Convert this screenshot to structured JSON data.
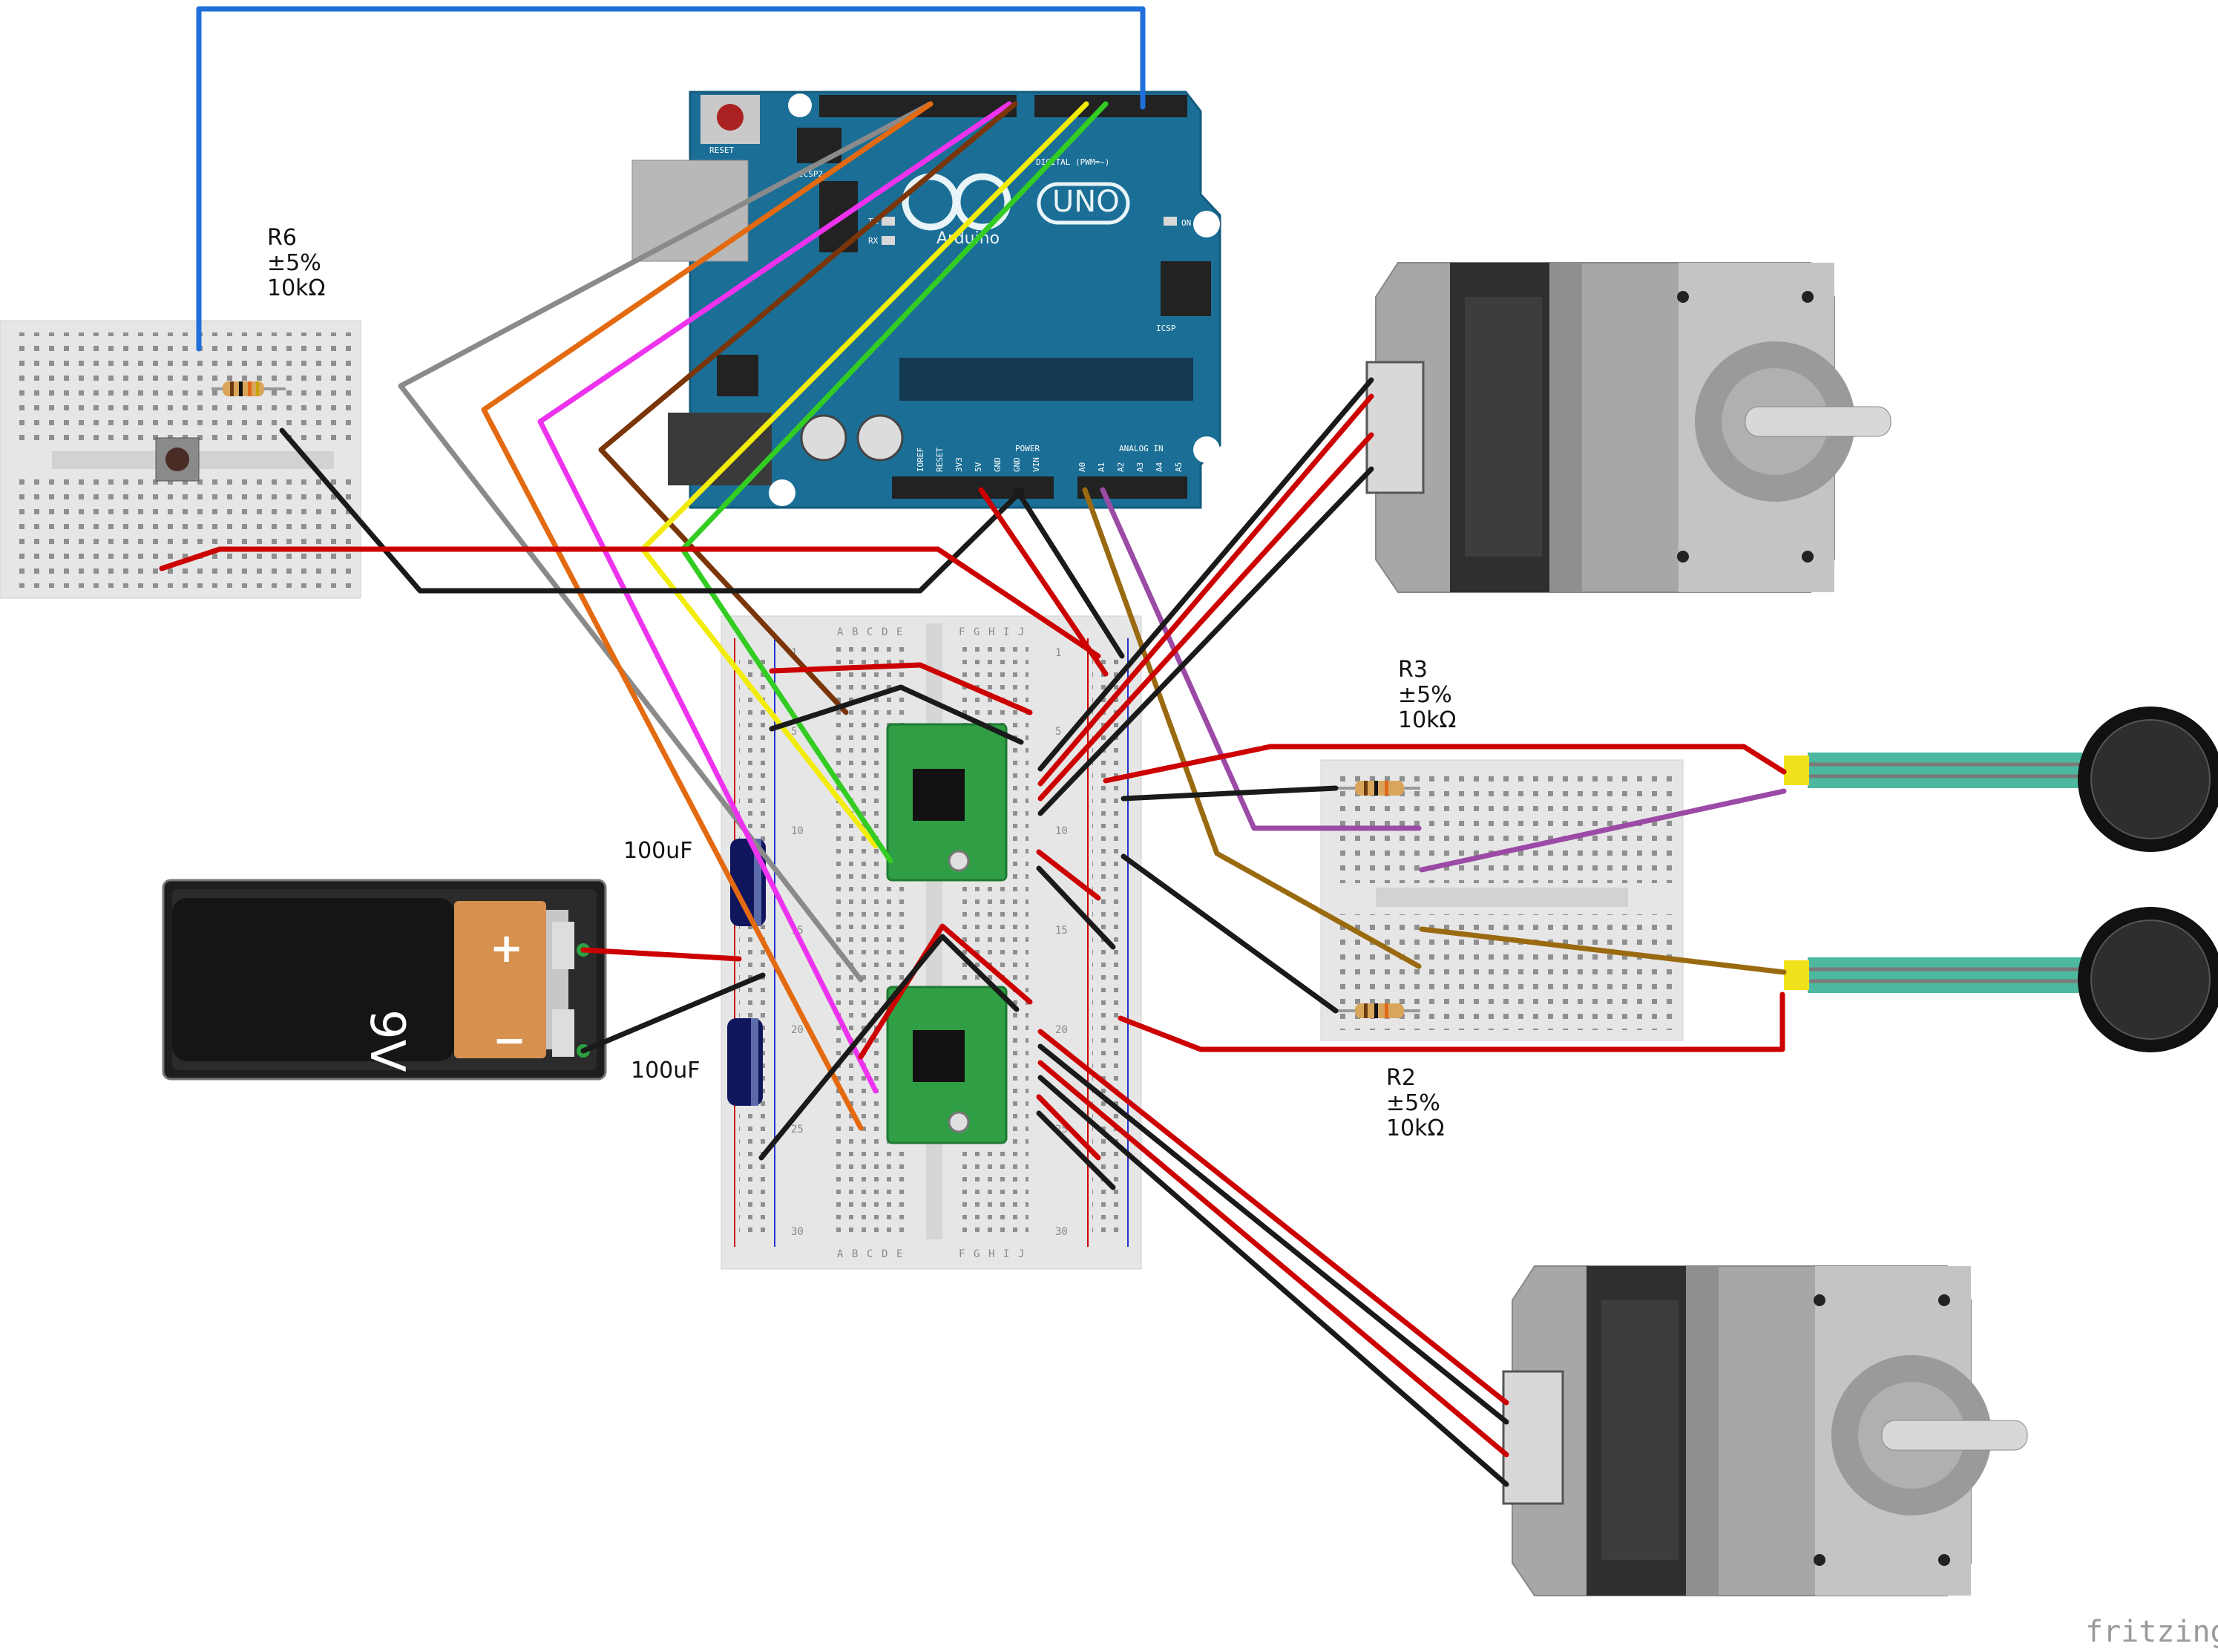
{
  "colors": {
    "arduino": "#1b6e96",
    "breadboard": "#e6e6e6",
    "driver": "#2f9e44",
    "motor": "#a7a7a7",
    "wire_red": "#cc0000",
    "wire_black": "#1a1a1a",
    "wire_blue": "#1e6fd9",
    "wire_gray": "#8a8a8a",
    "wire_orange": "#e36a10",
    "wire_magenta": "#ee33ee",
    "wire_brown": "#7a3508",
    "wire_yellow": "#f2ec0a",
    "wire_green": "#33cc22",
    "wire_purple": "#9b4aa6",
    "wire_olive": "#9a6a10",
    "battery": "#d6914f",
    "sensor_ribbon": "#4db8a0"
  },
  "labels": {
    "r6": {
      "name": "R6",
      "tol": "±5%",
      "value": "10kΩ"
    },
    "r3": {
      "name": "R3",
      "tol": "±5%",
      "value": "10kΩ"
    },
    "r2": {
      "name": "R2",
      "tol": "±5%",
      "value": "10kΩ"
    },
    "cap_top": "100uF",
    "cap_bottom": "100uF",
    "battery": "9V",
    "battery_plus": "+",
    "battery_minus": "−",
    "watermark": "fritzing"
  },
  "arduino": {
    "model": "UNO",
    "brand": "Arduino",
    "reset": "RESET",
    "icsp2": "ICSP2",
    "icsp": "ICSP",
    "tx": "TX",
    "rx": "RX",
    "on": "ON",
    "digital": "DIGITAL (PWM=~)",
    "power": "POWER",
    "analog_in": "ANALOG IN",
    "power_pins": [
      "IOREF",
      "RESET",
      "3V3",
      "5V",
      "GND",
      "GND",
      "VIN"
    ],
    "analog_pins": [
      "A0",
      "A1",
      "A2",
      "A3",
      "A4",
      "A5"
    ]
  },
  "breadboard": {
    "cols_left": [
      "A",
      "B",
      "C",
      "D",
      "E"
    ],
    "cols_right": [
      "F",
      "G",
      "H",
      "I",
      "J"
    ],
    "row_marks": [
      "1",
      "5",
      "10",
      "15",
      "20",
      "25",
      "30"
    ]
  }
}
